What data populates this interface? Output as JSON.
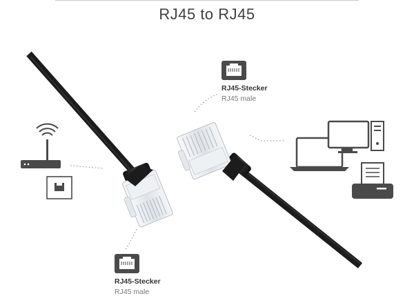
{
  "title": "RJ45 to RJ45",
  "connector_top": {
    "name": "RJ45-Stecker",
    "subtitle": "RJ45 male",
    "icon": "rj45-port-icon"
  },
  "connector_bottom": {
    "name": "RJ45-Stecker",
    "subtitle": "RJ45 male",
    "icon": "rj45-port-icon"
  },
  "devices_left": [
    "router-icon",
    "wall-socket-icon"
  ],
  "devices_right": [
    "laptop-icon",
    "desktop-computer-icon",
    "printer-icon"
  ],
  "colors": {
    "cable": "#1c1c1c",
    "icon": "#4a4a4a",
    "connector": "#e9ecef",
    "dotted": "#9a9a9a"
  }
}
